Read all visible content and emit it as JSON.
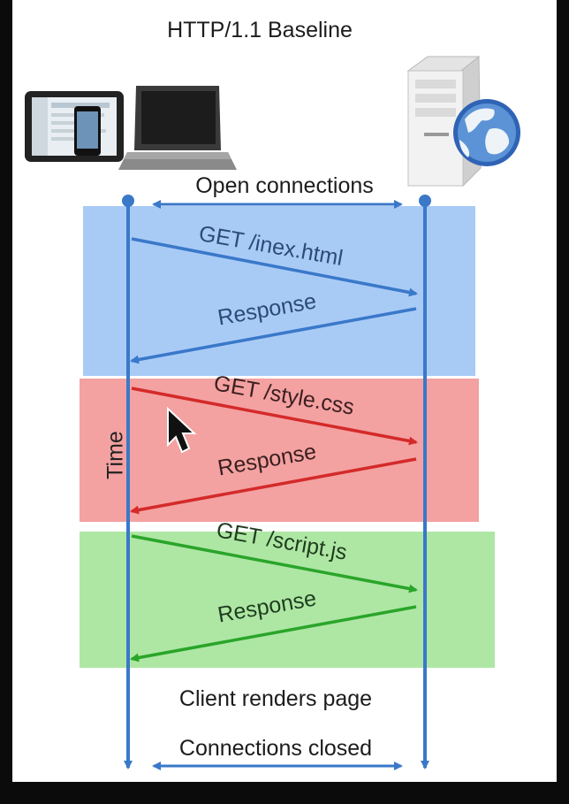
{
  "title": "HTTP/1.1 Baseline",
  "icons": {
    "client_tablet": "tablet-icon",
    "client_laptop": "laptop-icon",
    "server": "server-globe-icon",
    "cursor": "mouse-cursor-icon"
  },
  "axis_label": "Time",
  "open_label": "Open connections",
  "render_label": "Client renders page",
  "closed_label": "Connections closed",
  "colors": {
    "timeline": "#3a78c9",
    "band_blue": "#a8cbf6",
    "band_red": "#f4a1a1",
    "band_green": "#aee7a4",
    "arrow_blue": "#3a78c9",
    "arrow_red": "#d42a2a",
    "arrow_green": "#2aa52a",
    "label_blue": "#2c4a78",
    "label_red": "#3a1f1f",
    "label_green": "#1f3d1f"
  },
  "exchanges": [
    {
      "request": "GET /inex.html",
      "response": "Response",
      "color": "blue"
    },
    {
      "request": "GET /style.css",
      "response": "Response",
      "color": "red"
    },
    {
      "request": "GET /script.js",
      "response": "Response",
      "color": "green"
    }
  ]
}
